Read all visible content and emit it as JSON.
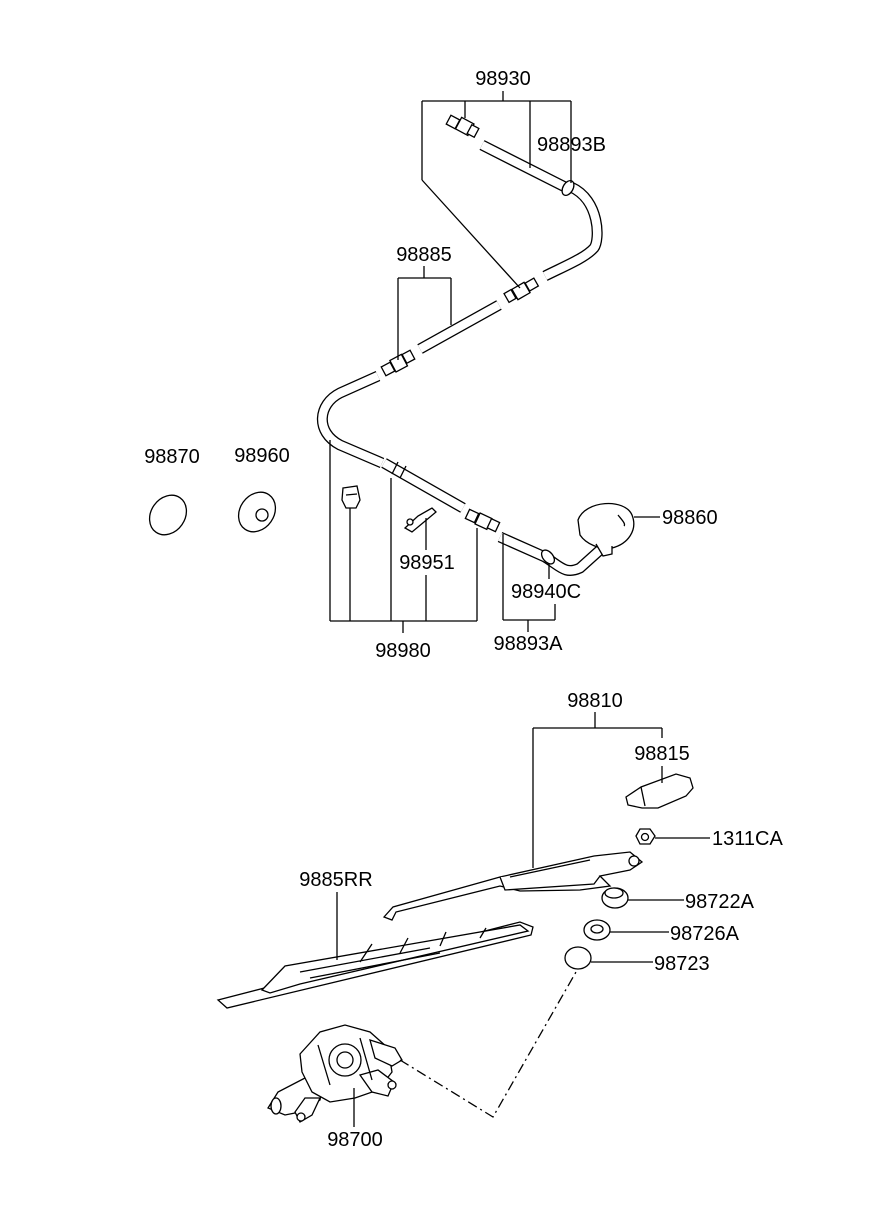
{
  "diagram": {
    "labels": {
      "p98930": "98930",
      "p98893B": "98893B",
      "p98885": "98885",
      "p98870": "98870",
      "p98960": "98960",
      "p98860": "98860",
      "p98951": "98951",
      "p98940C": "98940C",
      "p98980": "98980",
      "p98893A": "98893A",
      "p98810": "98810",
      "p98815": "98815",
      "p1311CA": "1311CA",
      "p98722A": "98722A",
      "p9885RR": "9885RR",
      "p98726A": "98726A",
      "p98723": "98723",
      "p98700": "98700"
    }
  }
}
